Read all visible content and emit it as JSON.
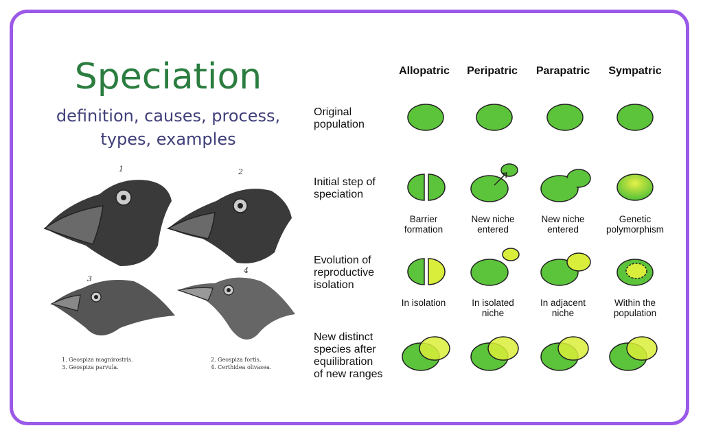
{
  "title": "Speciation",
  "subtitle": [
    "definition, causes, process,",
    "types, examples"
  ],
  "finches": {
    "numbers": [
      "1",
      "2",
      "3",
      "4"
    ],
    "legend": [
      "1. Geospiza magnirostris.",
      "2. Geospiza fortis.",
      "3. Geospiza parvula.",
      "4. Certhidea olivasea."
    ]
  },
  "columns": [
    "Allopatric",
    "Peripatric",
    "Parapatric",
    "Sympatric"
  ],
  "rows": [
    [
      "Original",
      "population"
    ],
    [
      "Initial step of",
      "speciation"
    ],
    [
      "Evolution of",
      "reproductive",
      "isolation"
    ],
    [
      "New distinct",
      "species after",
      "equilibration",
      "of new ranges"
    ]
  ],
  "captions_step2": [
    [
      "Barrier",
      "formation"
    ],
    [
      "New niche",
      "entered"
    ],
    [
      "New niche",
      "entered"
    ],
    [
      "Genetic",
      "polymorphism"
    ]
  ],
  "captions_step3": [
    [
      "In isolation"
    ],
    [
      "In isolated",
      "niche"
    ],
    [
      "In adjacent",
      "niche"
    ],
    [
      "Within the",
      "population"
    ]
  ],
  "colors": {
    "frame": "#9b59e8",
    "title": "#2a7d3f",
    "subtitle": "#3f3f7a",
    "green": "#5cc43a",
    "yellow": "#d9ee3a"
  }
}
